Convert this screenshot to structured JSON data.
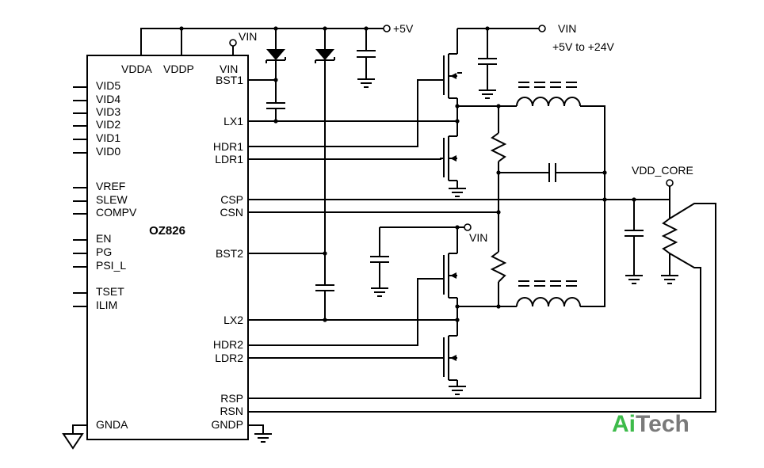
{
  "chip": {
    "name": "OZ826",
    "top_pins": {
      "vdda": "VDDA",
      "vddp": "VDDP",
      "vin": "VIN"
    },
    "left_pins": [
      "VID5",
      "VID4",
      "VID3",
      "VID2",
      "VID1",
      "VID0",
      "VREF",
      "SLEW",
      "COMPV",
      "EN",
      "PG",
      "PSI_L",
      "TSET",
      "ILIM"
    ],
    "right_pins": [
      "BST1",
      "LX1",
      "HDR1",
      "LDR1",
      "CSP",
      "CSN",
      "BST2",
      "LX2",
      "HDR2",
      "LDR2",
      "RSP",
      "RSN"
    ],
    "bottom_pins": {
      "gnda": "GNDA",
      "gndp": "GNDP"
    }
  },
  "rails": {
    "v5": "+5V",
    "vin": "VIN",
    "vin_range": "+5V to +24V",
    "vin_chip": "VIN",
    "vin_phase2": "VIN",
    "vdd_core": "VDD_CORE"
  },
  "watermark": {
    "part1": "Ai",
    "part2": "Tech",
    "color1": "#3dbb4a",
    "color2": "#7a7a7a"
  }
}
